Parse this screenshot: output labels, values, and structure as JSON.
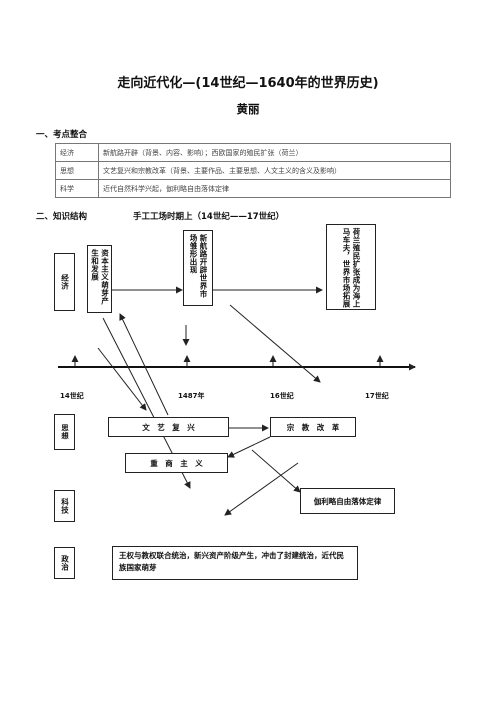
{
  "title": "走向近代化—(14世纪—1640年的世界历史)",
  "author": "黄丽",
  "section1": {
    "heading": "一、考点整合",
    "rows": [
      {
        "label": "经济",
        "text": "新航路开辟（背景、内容、影响）；西欧国家的殖民扩张（荷兰）"
      },
      {
        "label": "思想",
        "text": "文艺复兴和宗教改革（背景、主要作品、主要思想、人文主义的含义及影响）"
      },
      {
        "label": "科学",
        "text": "近代自然科学兴起，伽利略自由落体定律"
      }
    ]
  },
  "section2": {
    "heading": "二、知识结构",
    "subheading": "手工工场时期上（14世纪——17世纪）"
  },
  "categories": {
    "economy": "经济",
    "thought": "思想",
    "science": "科技",
    "politics": "政治"
  },
  "boxes": {
    "capitalism": "资本主义萌芽产生和发展",
    "new_route": "新航路开辟世界市场雏形出现",
    "dutch": "荷兰殖民扩张成为海上马车夫，世界市场拓展",
    "renaissance": "文　艺　复　兴",
    "reformation": "宗　教　改　革",
    "mercantilism": "重　商　主　义",
    "galileo": "伽利略自由落体定律",
    "politics": "王权与教权联合统治，新兴资产阶级产生，冲击了封建统治，近代民族国家萌芽"
  },
  "timeline": {
    "ticks": [
      "14世纪",
      "1487年",
      "16世纪",
      "17世纪"
    ]
  }
}
